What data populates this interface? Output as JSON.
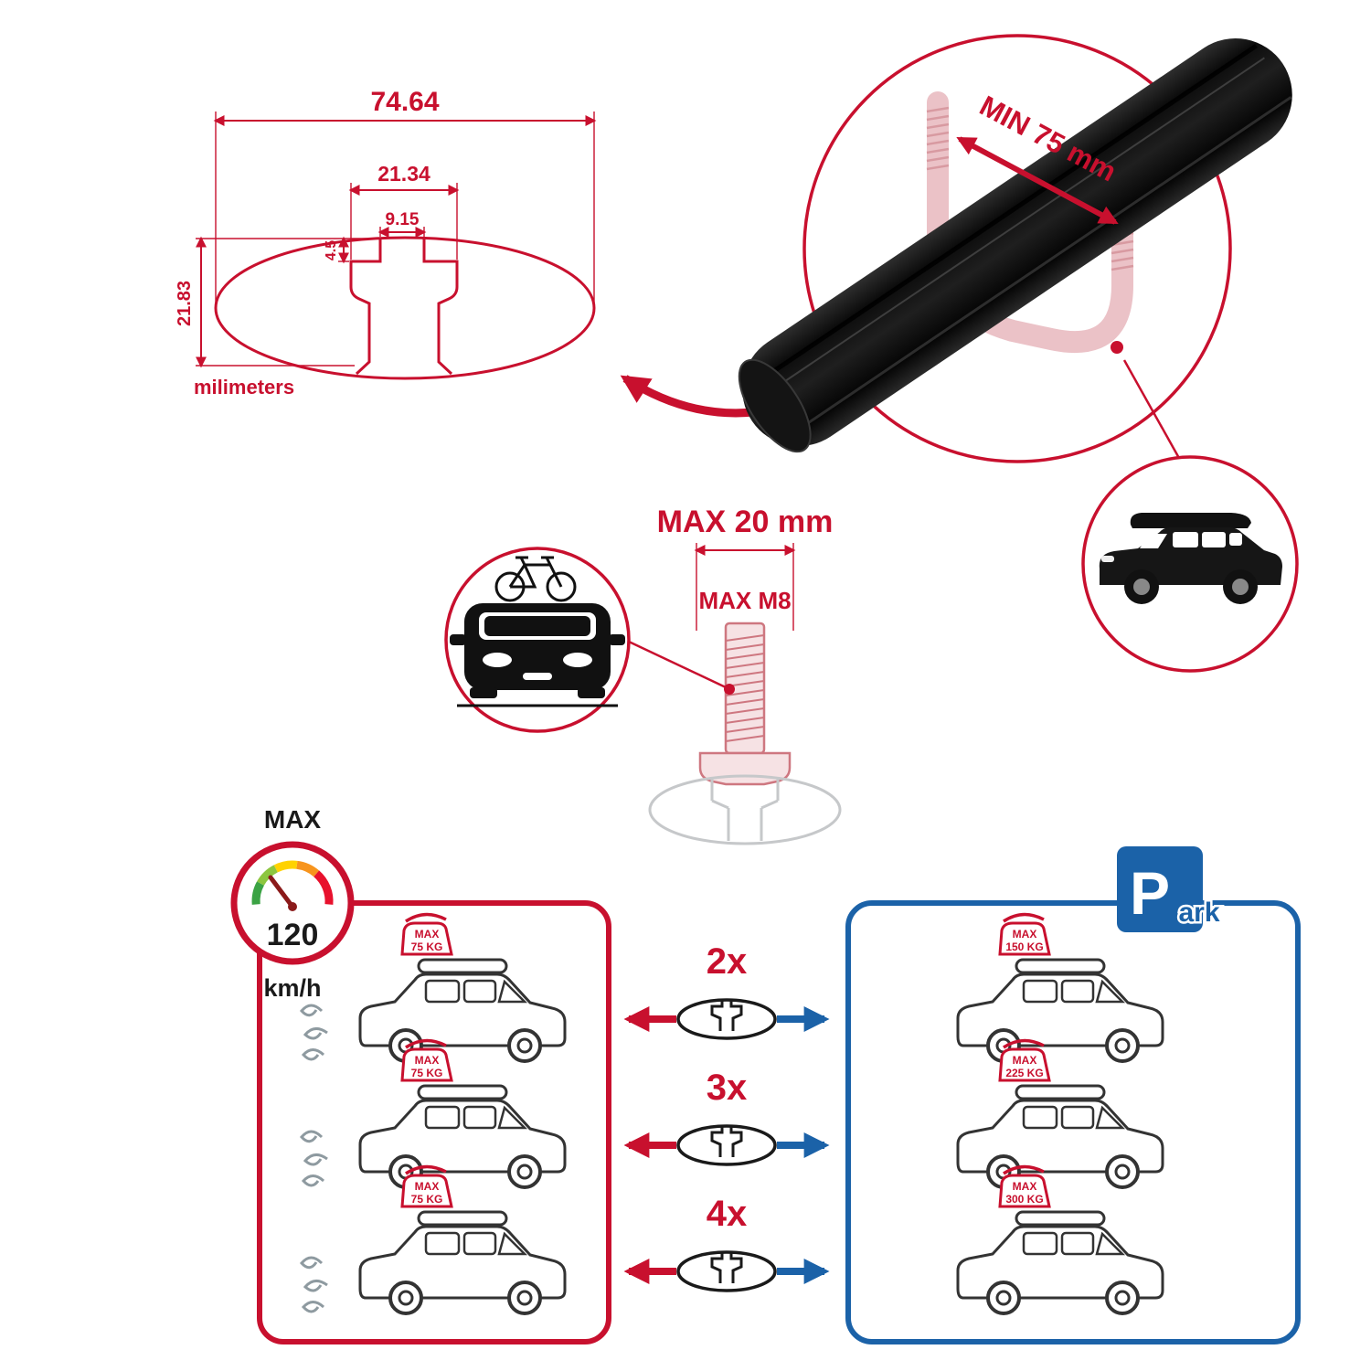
{
  "colors": {
    "red": "#C8102E",
    "blue": "#1B62A8",
    "pink": "#EBC2C7",
    "ghost_gray": "#C6C8CA",
    "ink": "#1A1A1A"
  },
  "cross_section": {
    "dim_total_width": "74.64",
    "dim_slot_width": "21.34",
    "dim_opening_width": "9.15",
    "dim_lip_depth": "4.5",
    "dim_profile_height": "21.83",
    "units_label": "milimeters"
  },
  "clamp_detail": {
    "min_span_label": "MIN 75 mm"
  },
  "bolt_detail": {
    "max_length_label": "MAX 20 mm",
    "max_thread_label": "MAX M8"
  },
  "speed_gauge": {
    "title": "MAX",
    "value": "120",
    "unit": "km/h"
  },
  "driving_panel": {
    "cars": [
      {
        "max": "MAX",
        "load": "75 KG"
      },
      {
        "max": "MAX",
        "load": "75 KG"
      },
      {
        "max": "MAX",
        "load": "75 KG"
      }
    ]
  },
  "quantities": [
    "2x",
    "3x",
    "4x"
  ],
  "parking_panel": {
    "sign_p": "P",
    "sign_suffix": "ark",
    "cars": [
      {
        "max": "MAX",
        "load": "150 KG"
      },
      {
        "max": "MAX",
        "load": "225 KG"
      },
      {
        "max": "MAX",
        "load": "300 KG"
      }
    ]
  }
}
